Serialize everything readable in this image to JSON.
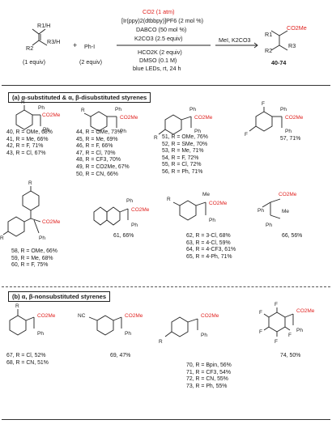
{
  "scheme": {
    "co2": "CO2 (1 atm)",
    "catalyst": "[Ir(ppy)2(dtbbpy)]PF6 (2 mol %)",
    "dabco": "DABCO (50 mol %)",
    "base": "K2CO3 (2.5 equiv)",
    "hco2k": "HCO2K (2 equiv)",
    "solvent": "DMSO (0.1 M)",
    "light": "blue LEDs, rt, 24 h",
    "methylation": "MeI, K2CO3",
    "plus": "+",
    "reagent": "Ph-I",
    "substrate_equiv": "(1 equiv)",
    "reagent_equiv": "(2 equiv)",
    "product_range": "40-74",
    "labels": {
      "r1h": "R1/H",
      "r2": "R2",
      "r3h": "R3/H",
      "r1": "R1",
      "r3": "R3",
      "co2me": "CO2Me"
    }
  },
  "section_a": {
    "title": "(a) α-substituted & α, β-disubstituted styrenes",
    "groups": [
      [
        "40, R = OMe, 68%",
        "41, R = Me, 66%",
        "42, R = F, 71%",
        "43, R = Cl, 67%"
      ],
      [
        "44, R = OMe, 73%",
        "45, R = Me, 69%",
        "46, R = F, 66%",
        "47, R = Cl, 70%",
        "48, R = CF3, 70%",
        "49, R = CO2Me, 67%",
        "50, R = CN, 66%"
      ],
      [
        "51, R = OMe, 76%",
        "52, R = SMe, 70%",
        "53, R = Me, 71%",
        "54, R = F, 72%",
        "55, R = Cl, 72%",
        "56, R = Ph, 71%"
      ],
      [
        "57, 71%"
      ],
      [
        "58, R = OMe, 66%",
        "59, R = Me, 68%",
        "60, R = F, 75%"
      ],
      [
        "61, 66%"
      ],
      [
        "62, R = 3-Cl, 68%",
        "63, R = 4-Cl, 59%",
        "64, R = 4-CF3, 61%",
        "65, R = 4-Ph, 71%"
      ],
      [
        "66, 56%"
      ]
    ]
  },
  "section_b": {
    "title": "(b) α, β-nonsubstituted styrenes",
    "groups": [
      [
        "67, R = Cl, 52%",
        "68, R = CN, 51%"
      ],
      [
        "69, 47%"
      ],
      [
        "70, R = Bpin, 56%",
        "71, R = CF3, 54%",
        "72, R = CN, 55%",
        "73, R = Ph, 55%"
      ],
      [
        "74, 50%"
      ]
    ]
  },
  "atoms": {
    "ph": "Ph",
    "r": "R",
    "me": "Me",
    "f": "F",
    "nc": "NC",
    "co2me": "CO2Me"
  }
}
